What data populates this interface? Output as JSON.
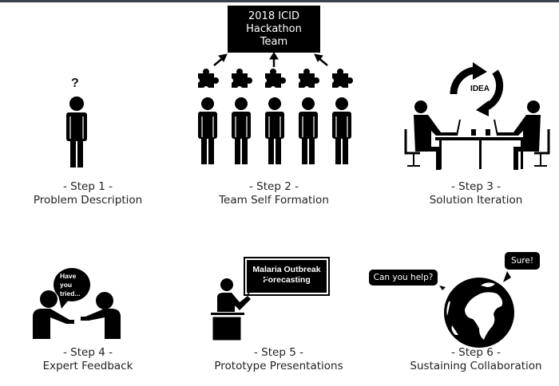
{
  "header_box": {
    "lines": [
      "2018 ICID",
      "Hackathon",
      "Team"
    ]
  },
  "steps": [
    {
      "label": "- Step 1 -",
      "title": "Problem Description",
      "annotation": "?"
    },
    {
      "label": "- Step 2 -",
      "title": "Team Self Formation"
    },
    {
      "label": "- Step 3 -",
      "title": "Solution Iteration",
      "annotation": "IDEA"
    },
    {
      "label": "- Step 4 -",
      "title": "Expert Feedback",
      "bubble_lines": [
        "Have",
        "you",
        "tried..."
      ]
    },
    {
      "label": "- Step 5 -",
      "title": "Prototype Presentations",
      "board_lines": [
        "Malaria Outbreak",
        "Forecasting"
      ]
    },
    {
      "label": "- Step 6 -",
      "title": "Sustaining Collaboration",
      "bubble_left": "Can you help?",
      "bubble_right": "Sure!"
    }
  ]
}
